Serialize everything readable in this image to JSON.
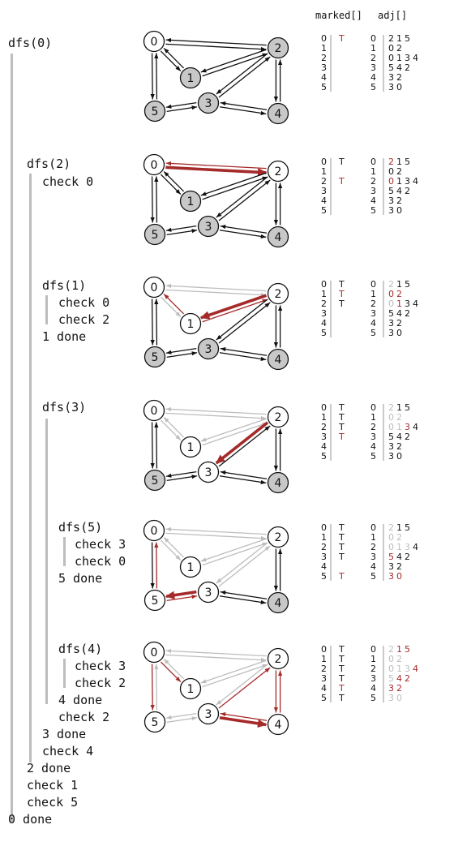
{
  "headers": {
    "marked": "marked[]",
    "adj": "adj[]"
  },
  "colors": {
    "red": "#a52a2a",
    "gray": "#bdbdbd",
    "black": "#111111",
    "fill_gray": "#c8c8c8"
  },
  "trace": [
    {
      "text": "dfs(0)"
    },
    {
      "text": "dfs(2)"
    },
    {
      "text": "check 0"
    },
    {
      "text": "dfs(1)"
    },
    {
      "text": "check 0"
    },
    {
      "text": "check 2"
    },
    {
      "text": "1 done"
    },
    {
      "text": "dfs(3)"
    },
    {
      "text": "dfs(5)"
    },
    {
      "text": "check 3"
    },
    {
      "text": "check 0"
    },
    {
      "text": "5 done"
    },
    {
      "text": "dfs(4)"
    },
    {
      "text": "check 3"
    },
    {
      "text": "check 2"
    },
    {
      "text": "4 done"
    },
    {
      "text": "check 2"
    },
    {
      "text": "3 done"
    },
    {
      "text": "check 4"
    },
    {
      "text": "2 done"
    },
    {
      "text": "check 1"
    },
    {
      "text": "check 5"
    },
    {
      "text": "0 done"
    }
  ],
  "vertex_labels": [
    "0",
    "1",
    "2",
    "3",
    "4",
    "5"
  ],
  "adj_base": [
    [
      "2",
      "1",
      "5"
    ],
    [
      "0",
      "2"
    ],
    [
      "0",
      "1",
      "3",
      "4"
    ],
    [
      "5",
      "4",
      "2"
    ],
    [
      "3",
      "2"
    ],
    [
      "3",
      "0"
    ]
  ],
  "panels": [
    {
      "marked": [
        "T",
        "",
        "",
        "",
        "",
        ""
      ],
      "marked_colors": [
        "red",
        "",
        "",
        "",
        "",
        ""
      ],
      "visited": [
        0
      ],
      "adj_colors": [
        [
          "k",
          "k",
          "k"
        ],
        [
          "k",
          "k"
        ],
        [
          "k",
          "k",
          "k",
          "k"
        ],
        [
          "k",
          "k",
          "k"
        ],
        [
          "k",
          "k"
        ],
        [
          "k",
          "k"
        ]
      ]
    },
    {
      "marked": [
        "T",
        "",
        "T",
        "",
        "",
        ""
      ],
      "marked_colors": [
        "k",
        "",
        "red",
        "",
        "",
        ""
      ],
      "visited": [
        0,
        2
      ],
      "adj_colors": [
        [
          "red",
          "k",
          "k"
        ],
        [
          "k",
          "k"
        ],
        [
          "red",
          "k",
          "k",
          "k"
        ],
        [
          "k",
          "k",
          "k"
        ],
        [
          "k",
          "k"
        ],
        [
          "k",
          "k"
        ]
      ]
    },
    {
      "marked": [
        "T",
        "T",
        "T",
        "",
        "",
        ""
      ],
      "marked_colors": [
        "k",
        "red",
        "k",
        "",
        "",
        ""
      ],
      "visited": [
        0,
        2,
        1
      ],
      "adj_colors": [
        [
          "g",
          "k",
          "k"
        ],
        [
          "red",
          "red"
        ],
        [
          "g",
          "red",
          "k",
          "k"
        ],
        [
          "k",
          "k",
          "k"
        ],
        [
          "k",
          "k"
        ],
        [
          "k",
          "k"
        ]
      ]
    },
    {
      "marked": [
        "T",
        "T",
        "T",
        "T",
        "",
        ""
      ],
      "marked_colors": [
        "k",
        "k",
        "k",
        "red",
        "",
        ""
      ],
      "visited": [
        0,
        2,
        1,
        3
      ],
      "adj_colors": [
        [
          "g",
          "k",
          "k"
        ],
        [
          "g",
          "g"
        ],
        [
          "g",
          "g",
          "red",
          "k"
        ],
        [
          "k",
          "k",
          "k"
        ],
        [
          "k",
          "k"
        ],
        [
          "k",
          "k"
        ]
      ]
    },
    {
      "marked": [
        "T",
        "T",
        "T",
        "T",
        "",
        "T"
      ],
      "marked_colors": [
        "k",
        "k",
        "k",
        "k",
        "",
        "red"
      ],
      "visited": [
        0,
        2,
        1,
        3,
        5
      ],
      "adj_colors": [
        [
          "g",
          "k",
          "k"
        ],
        [
          "g",
          "g"
        ],
        [
          "g",
          "g",
          "g",
          "k"
        ],
        [
          "red",
          "k",
          "k"
        ],
        [
          "k",
          "k"
        ],
        [
          "red",
          "red"
        ]
      ]
    },
    {
      "marked": [
        "T",
        "T",
        "T",
        "T",
        "T",
        "T"
      ],
      "marked_colors": [
        "k",
        "k",
        "k",
        "k",
        "red",
        "k"
      ],
      "visited": [
        0,
        2,
        1,
        3,
        5,
        4
      ],
      "adj_colors": [
        [
          "g",
          "red",
          "red"
        ],
        [
          "g",
          "g"
        ],
        [
          "g",
          "g",
          "g",
          "red"
        ],
        [
          "g",
          "red",
          "red"
        ],
        [
          "red",
          "red"
        ],
        [
          "g",
          "g"
        ]
      ]
    }
  ]
}
